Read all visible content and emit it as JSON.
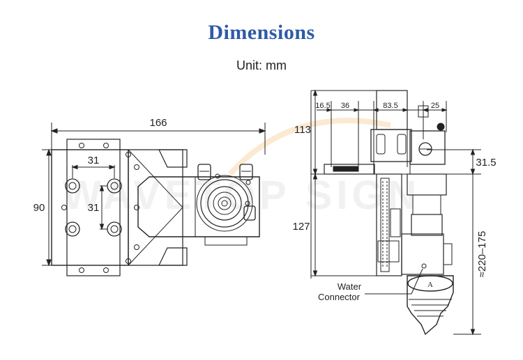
{
  "header": {
    "title": "Dimensions",
    "unit": "Unit: mm"
  },
  "watermark": "WAVETOP SIGN",
  "colors": {
    "title": "#2e5aa8",
    "line": "#222222",
    "watermark_arc": "#f3c27a"
  },
  "top_view": {
    "width": "166",
    "height": "90",
    "hole_spacing_x": "31",
    "hole_spacing_y": "31"
  },
  "side_view": {
    "dim_16_5": "16.5",
    "dim_36": "36",
    "dim_83_5": "83.5",
    "dim_25": "25",
    "dim_113": "113",
    "dim_31_5": "31.5",
    "dim_127": "127",
    "dim_220_175": "≈220–175",
    "water_label_line1": "Water",
    "water_label_line2": "Connector",
    "nozzle_mark": "A"
  }
}
